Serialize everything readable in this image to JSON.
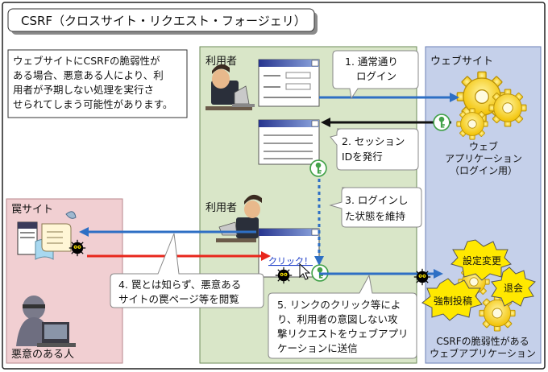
{
  "title": "CSRF（クロスサイト・リクエスト・フォージェリ）",
  "intro": [
    "ウェブサイトにCSRFの脆弱性が",
    "ある場合、悪意ある人により、利",
    "用者が予期しない処理を実行さ",
    "せられてしまう可能性があります。"
  ],
  "user_label": "利用者",
  "website_label": "ウェブサイト",
  "trap_site_label": "罠サイト",
  "attacker_label": "悪意のある人",
  "step1": [
    "1. 通常通り",
    "ログイン"
  ],
  "step2": [
    "2. セッション",
    "IDを発行"
  ],
  "step3": [
    "3. ログインし",
    "た状態を維持"
  ],
  "step4": [
    "4. 罠とは知らず、悪意ある",
    "サイトの罠ページ等を閲覧"
  ],
  "step5": [
    "5. リンクのクリック等によ",
    "り、利用者の意図しない攻",
    "撃リクエストをウェブアプリ",
    "ケーションに送信"
  ],
  "app_label": [
    "ウェブ",
    "アプリケーション",
    "（ログイン用）"
  ],
  "click_link": "クリック！",
  "actions": [
    "設定変更",
    "強制投稿",
    "退会"
  ],
  "vulnerable_app_label": [
    "CSRFの脆弱性がある",
    "ウェブアプリケーション"
  ],
  "colors": {
    "user_panel": "#d9e6c8",
    "website_panel": "#c5d0ea",
    "trap_panel": "#f1cfd2",
    "arrow_blue": "#2e6fc4",
    "arrow_red": "#e8271c",
    "action_burst": "#ffe800",
    "key": "#43a24a"
  }
}
